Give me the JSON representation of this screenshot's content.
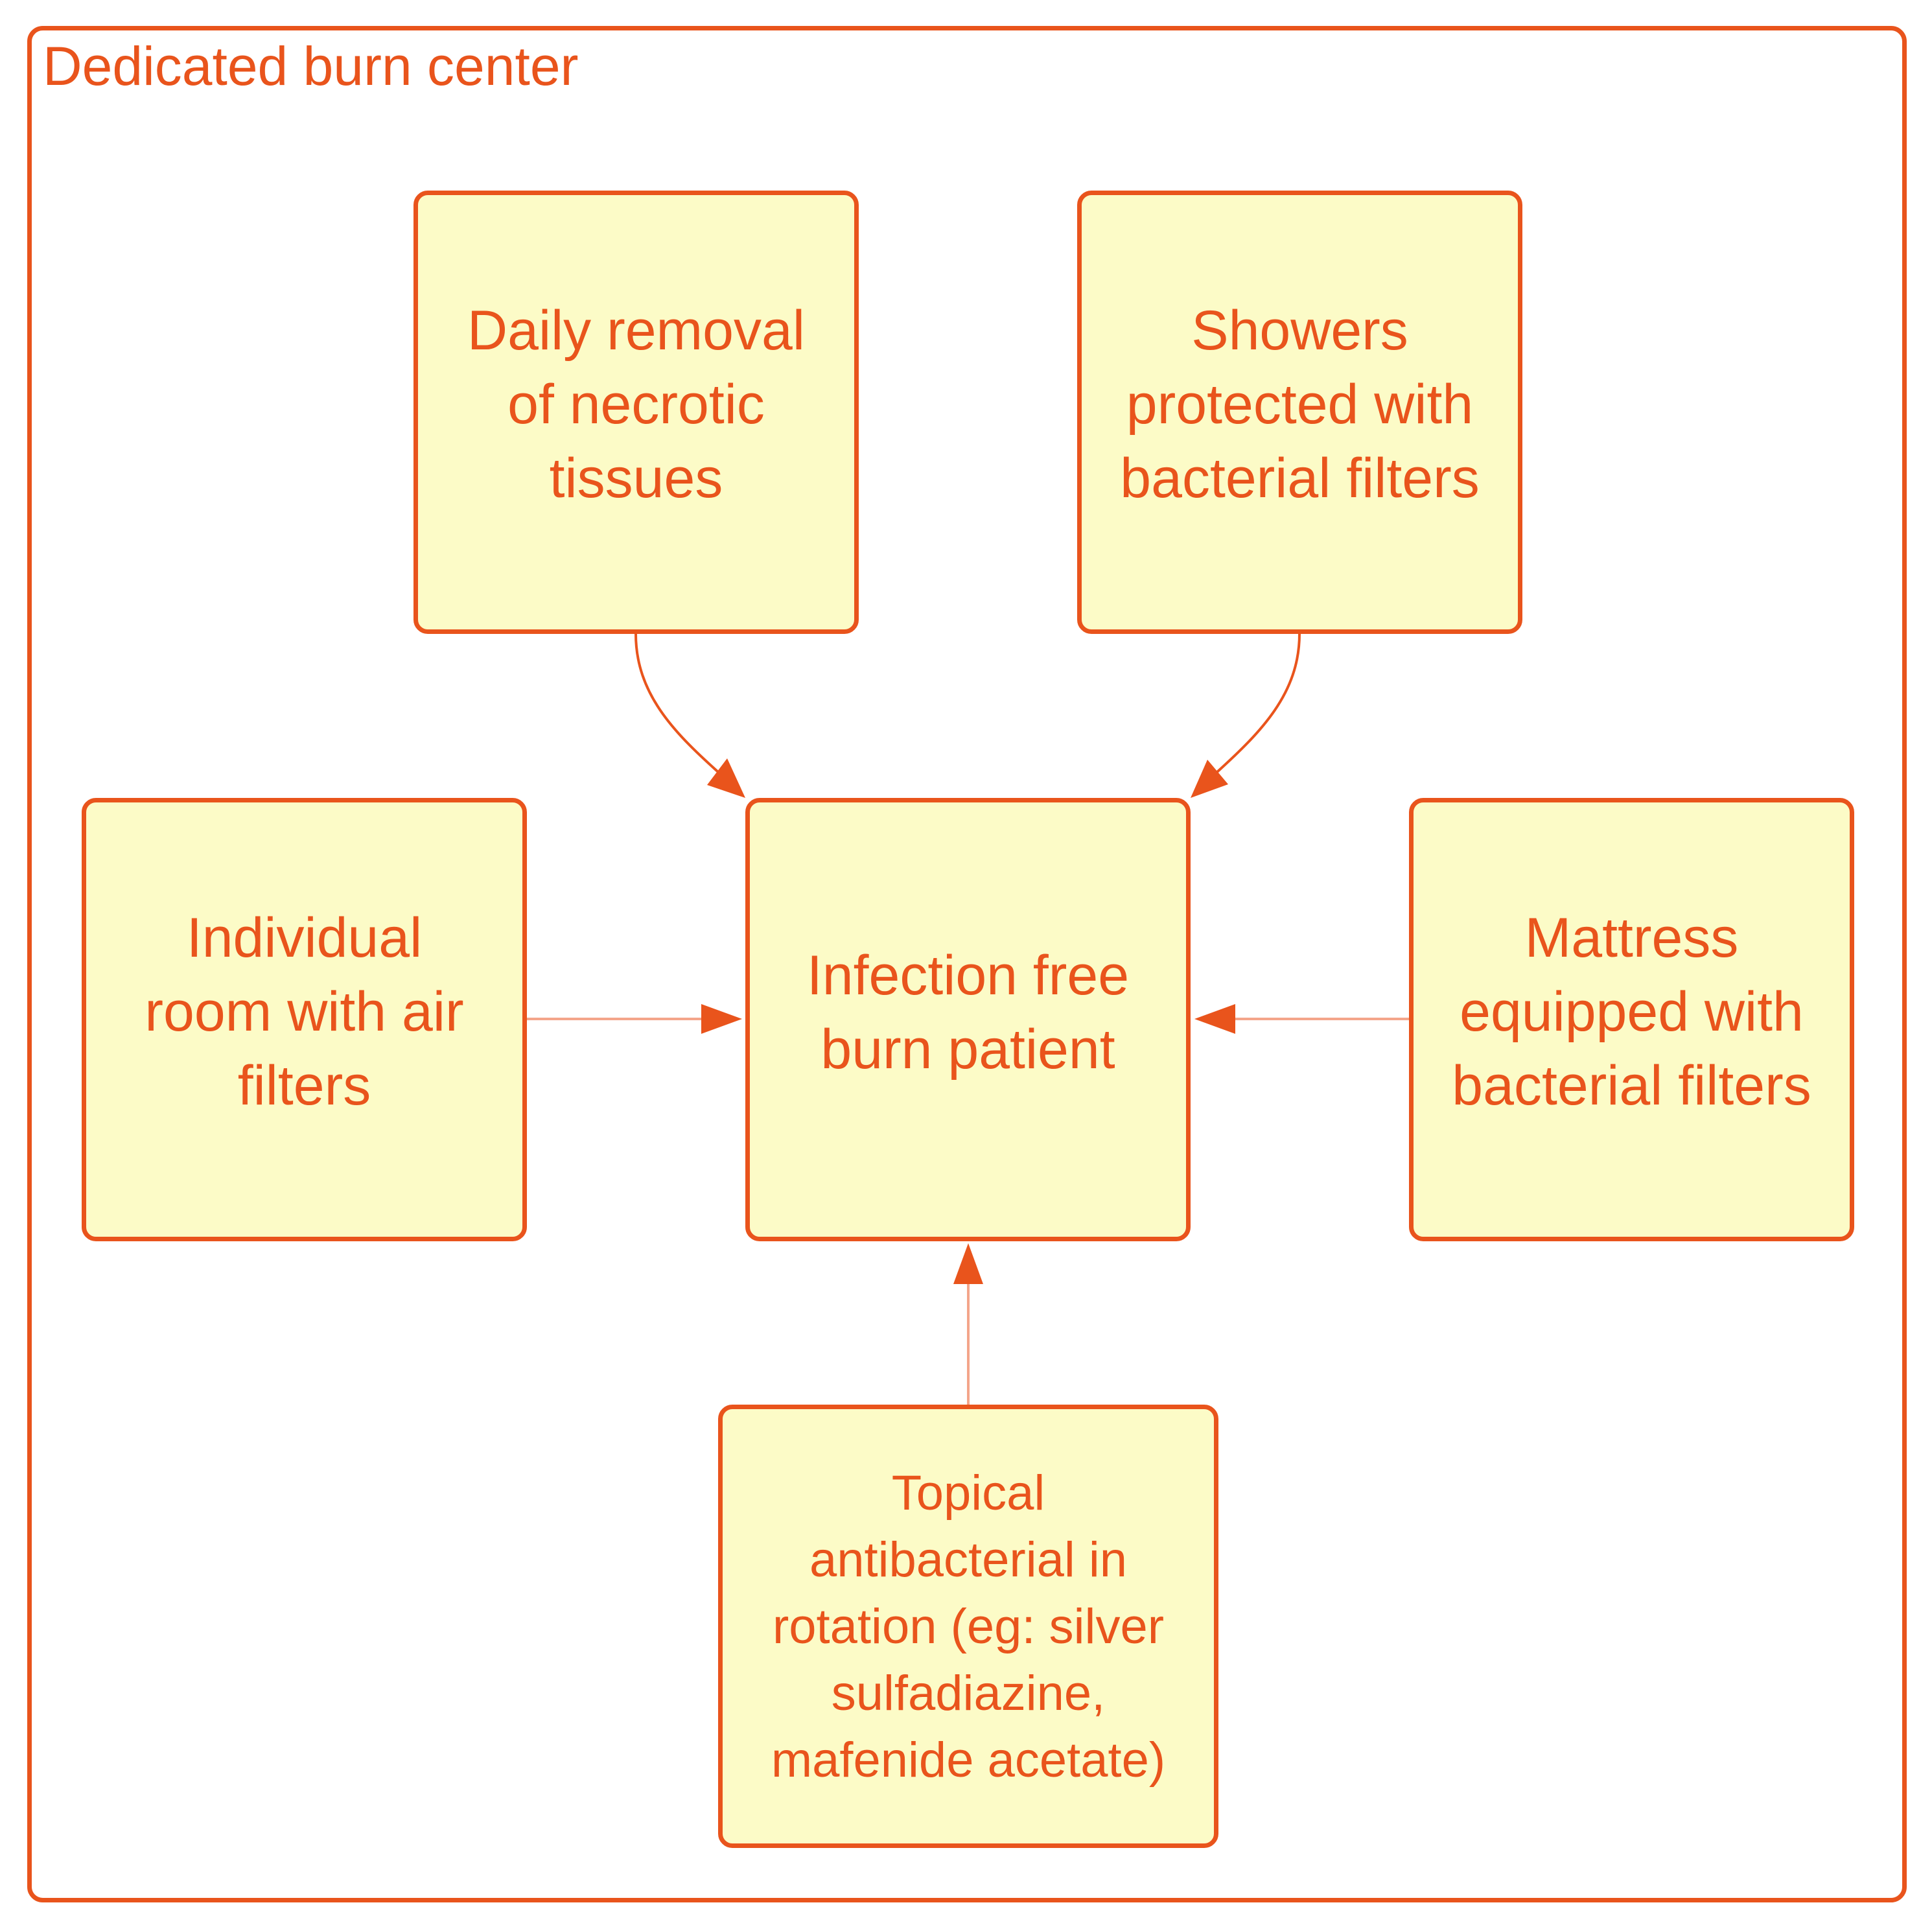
{
  "diagram": {
    "container": {
      "title": "Dedicated burn center"
    },
    "nodes": {
      "daily_removal": "Daily removal\nof necrotic\ntissues",
      "showers": "Showers\nprotected with\nbacterial filters",
      "individual_room": "Individual\nroom with air\nfilters",
      "center": "Infection free\nburn patient",
      "mattress": "Mattress\nequipped with\nbacterial filters",
      "topical": "Topical\nantibacterial in\nrotation (eg: silver\nsulfadiazine,\nmafenide acetate)"
    },
    "edges": [
      {
        "from": "daily_removal",
        "to": "center"
      },
      {
        "from": "showers",
        "to": "center"
      },
      {
        "from": "individual_room",
        "to": "center"
      },
      {
        "from": "mattress",
        "to": "center"
      },
      {
        "from": "topical",
        "to": "center"
      }
    ],
    "colors": {
      "stroke": "#e9541c",
      "node_fill": "#fcfbc7",
      "edge_line": "#f4a58a",
      "text": "#e9541c"
    }
  }
}
